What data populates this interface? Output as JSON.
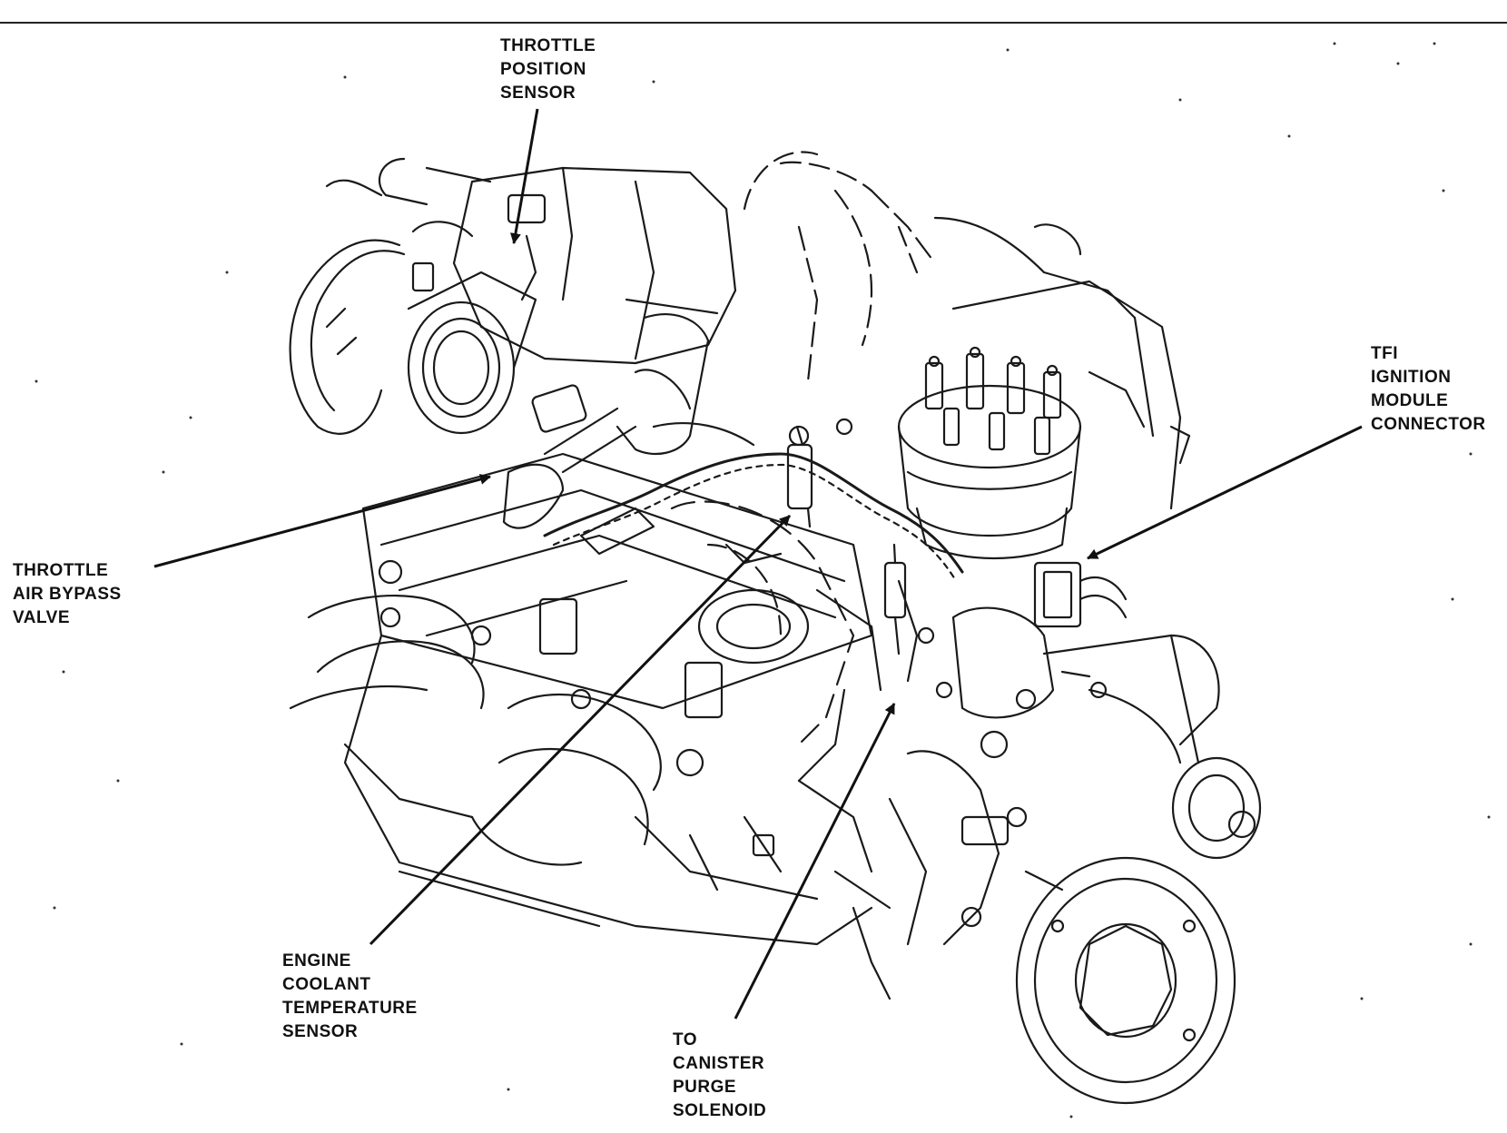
{
  "callouts": {
    "throttle_position_sensor": [
      "THROTTLE",
      "POSITION",
      "SENSOR"
    ],
    "throttle_air_bypass_valve": [
      "THROTTLE",
      "AIR BYPASS",
      "VALVE"
    ],
    "tfi_ignition_module_connector": [
      "TFI",
      "IGNITION",
      "MODULE",
      "CONNECTOR"
    ],
    "engine_coolant_temperature_sensor": [
      "ENGINE",
      "COOLANT",
      "TEMPERATURE",
      "SENSOR"
    ],
    "to_canister_purge_solenoid": [
      "TO",
      "CANISTER",
      "PURGE",
      "SOLENOID"
    ]
  },
  "colors": {
    "ink": "#111111",
    "paper": "#ffffff"
  }
}
